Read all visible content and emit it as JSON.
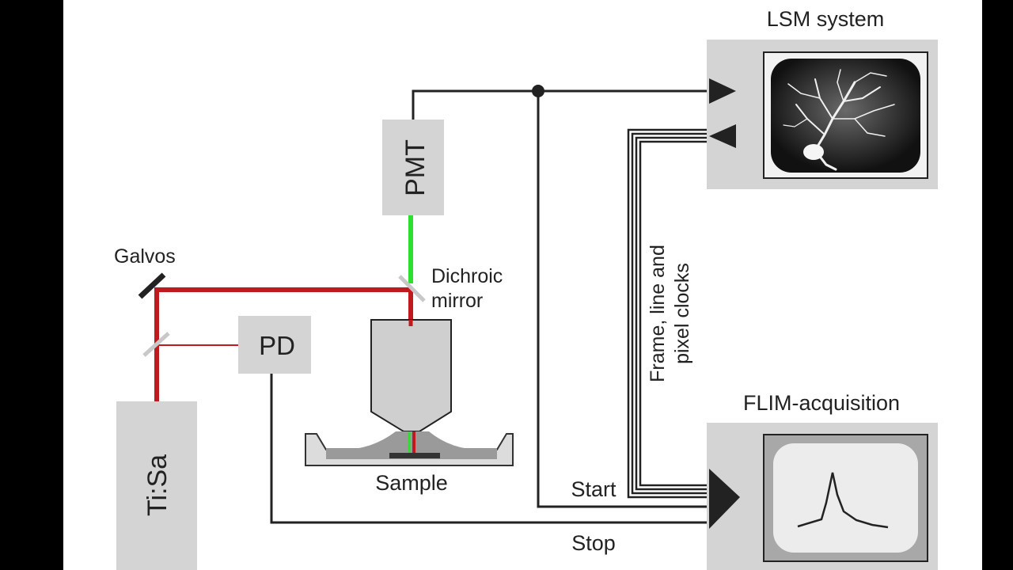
{
  "labels": {
    "lsm_system": "LSM system",
    "flim_acquisition": "FLIM-acquisition",
    "pmt": "PMT",
    "galvos": "Galvos",
    "dichroic_line1": "Dichroic",
    "dichroic_line2": "mirror",
    "pd": "PD",
    "tisa": "Ti:Sa",
    "sample": "Sample",
    "clocks_line1": "Frame, line and",
    "clocks_line2": "pixel clocks",
    "start": "Start",
    "stop": "Stop"
  },
  "colors": {
    "laser_beam": "#c01a1f",
    "emission_beam": "#2ee02e",
    "box_fill": "#d4d4d4",
    "signal_line": "#222222",
    "objective_fill": "#cfcfcf"
  },
  "icons": {
    "lsm_screen": "neuron-fluorescence-image",
    "flim_screen": "fluorescence-decay-curve"
  }
}
